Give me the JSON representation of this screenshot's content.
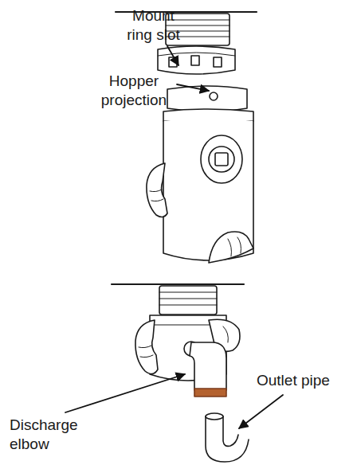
{
  "diagram": {
    "labels": [
      "Mount ring slot",
      "Hopper projection",
      "Outlet pipe",
      "Discharge elbow"
    ]
  }
}
